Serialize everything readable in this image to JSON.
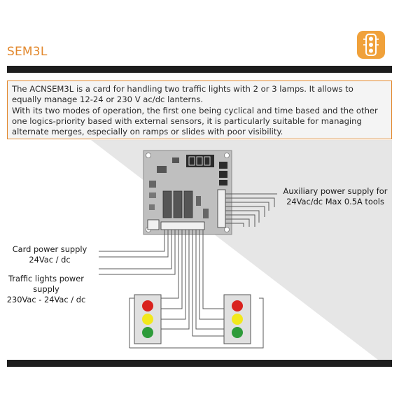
{
  "header": {
    "title": "SEM3L"
  },
  "description": {
    "lines": [
      "The ACNSEM3L is a card for handling two traffic lights with 2 or 3 lamps. It allows to",
      "equally manage 12-24 or 230 V ac/dc lanterns.",
      "With its two modes of operation, the first one being cyclical and time based and the other",
      "one logics-priority based with external sensors, it is particularly suitable for managing",
      "alternate merges, especially on ramps or slides with poor visibility."
    ]
  },
  "labels": {
    "aux_supply": [
      "Auxiliary power supply for",
      "24Vac/dc Max 0.5A tools"
    ],
    "card_supply": [
      "Card power supply",
      "24Vac / dc"
    ],
    "traffic_supply": [
      "Traffic lights power",
      "supply",
      "230Vac - 24Vac / dc"
    ]
  },
  "colors": {
    "accent": "#e2872b",
    "bar": "#1e1e1e",
    "lamp_red": "#d9231f",
    "lamp_yellow": "#f2e81c",
    "lamp_green": "#2e9b3a"
  },
  "icons": {
    "logo": "traffic-light-icon"
  }
}
